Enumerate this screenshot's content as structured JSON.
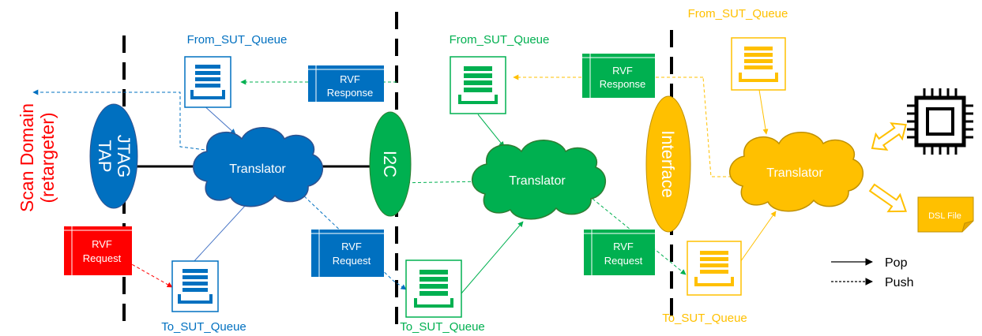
{
  "colors": {
    "blue": "#0070C0",
    "green": "#00B050",
    "orange": "#FFC000",
    "red": "#FF0000",
    "black": "#000000"
  },
  "scan_domain": {
    "line1": "Scan Domain",
    "line2": "(retargeter)"
  },
  "jtag": {
    "line1": "JTAG",
    "line2": "TAP"
  },
  "i2c": {
    "label": "I2C"
  },
  "interface": {
    "label": "Interface"
  },
  "translator_label": "Translator",
  "from_queue_label": "From_SUT_Queue",
  "to_queue_label": "To_SUT_Queue",
  "rvf": {
    "title": "RVF",
    "response": "Response",
    "request": "Request"
  },
  "dsl_file": "DSL File",
  "legend": {
    "pop": "Pop",
    "push": "Push"
  }
}
